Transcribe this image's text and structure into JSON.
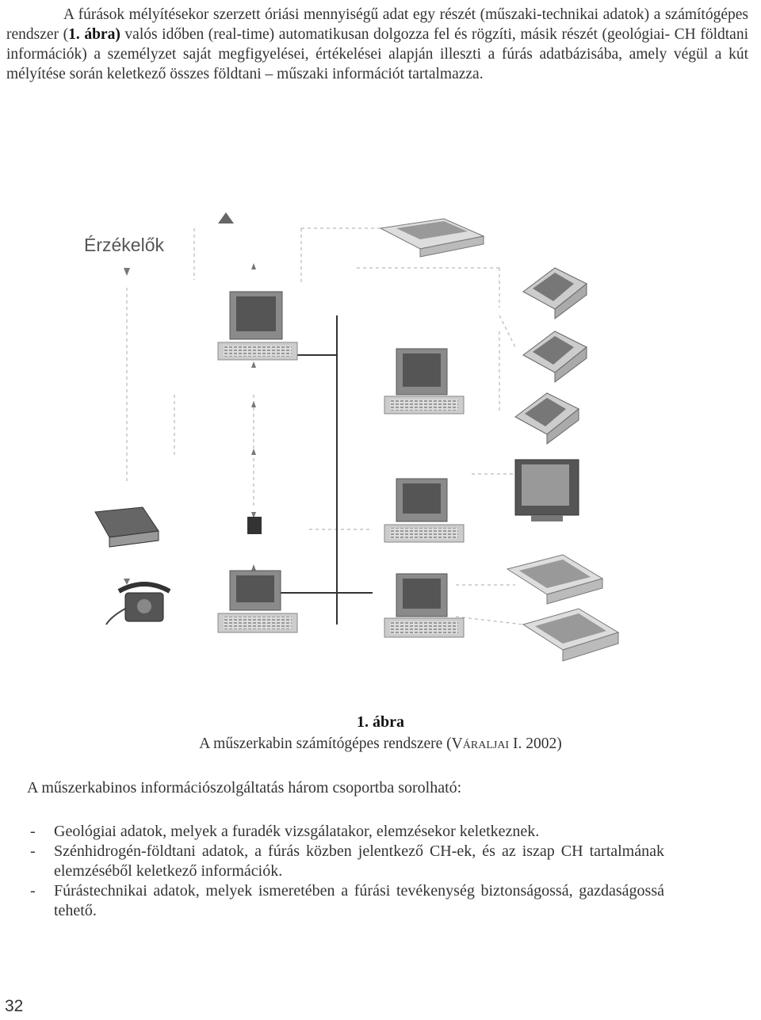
{
  "intro": {
    "part1": "A fúrások mélyítésekor szerzett óriási mennyiségű adat egy részét (műszaki-technikai adatok) a számítógépes rendszer (",
    "ref": "1. ábra)",
    "part2": " valós időben (real-time) automatikusan dolgozza fel és rögzíti, másik részét (geológiai- CH földtani információk) a személyzet saját megfigyelései, értékelései alapján illeszti a fúrás adatbázisába, amely végül a kút mélyítése során keletkező összes földtani – műszaki információt tartalmazza."
  },
  "figure": {
    "label": "Érzékelők",
    "caption_number": "1. ábra",
    "caption_text": "A műszerkabin számítógépes rendszere (",
    "caption_author": "Váraljai",
    "caption_tail": " I. 2002)"
  },
  "lead": "A műszerkabinos információszolgáltatás három csoportba sorolható:",
  "list": [
    {
      "dash": "-",
      "text": "Geológiai adatok, melyek a furadék vizsgálatakor, elemzésekor keletkeznek."
    },
    {
      "dash": "-",
      "text": "Szénhidrogén-földtani adatok, a fúrás közben jelentkező CH-ek, és az iszap CH tartalmának elemzéséből keletkező információk."
    },
    {
      "dash": "-",
      "text": "Fúrástechnikai adatok, melyek ismeretében a fúrási tevékenység biztonságossá, gazdaságossá tehető."
    }
  ],
  "page_number": "32"
}
